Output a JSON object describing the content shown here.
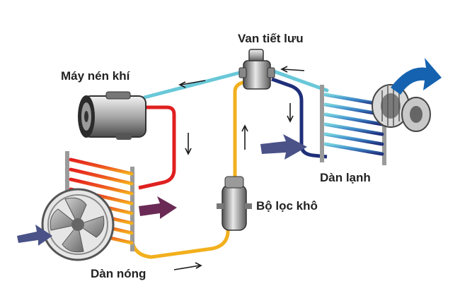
{
  "labels": {
    "expansion_valve": "Van tiết lưu",
    "compressor": "Máy nén khí",
    "receiver_drier": "Bộ lọc khô",
    "evaporator": "Dàn lạnh",
    "condenser": "Dàn nóng"
  },
  "colors": {
    "high_pressure_gas": "#e02020",
    "high_pressure_liquid": "#f2b01e",
    "low_pressure_liquid": "#69c8d8",
    "low_pressure_gas": "#1f2f7a",
    "airflow_in": "#4a5288",
    "airflow_warm": "#6a2a55",
    "airflow_cold": "#1563b0"
  }
}
